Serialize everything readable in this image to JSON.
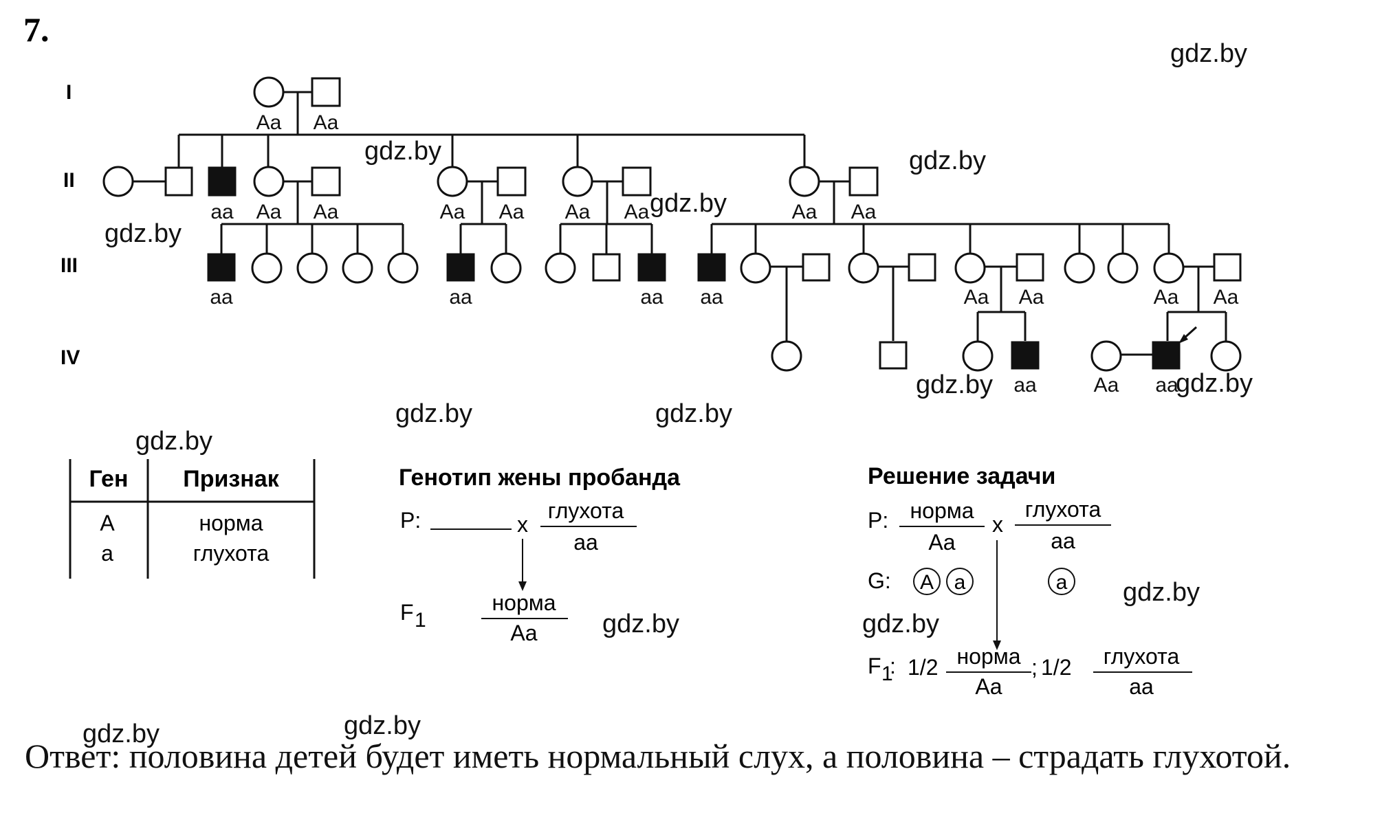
{
  "task_number": "7.",
  "watermark": "gdz.by",
  "generations": [
    "I",
    "II",
    "III",
    "IV"
  ],
  "genotypes": {
    "AA_het": "Aa",
    "aa_hom": "aa"
  },
  "gene_table": {
    "header_gene": "Ген",
    "header_trait": "Признак",
    "rows": [
      {
        "gene": "A",
        "trait": "норма"
      },
      {
        "gene": "a",
        "trait": "глухота"
      }
    ]
  },
  "wife_genotype": {
    "title": "Генотип жены пробанда",
    "p_label": "P:",
    "cross": "x",
    "mother_trait": "глухота",
    "mother_genotype": "aa",
    "f1_label": "F",
    "f1_sub": "1",
    "f1_trait": "норма",
    "f1_genotype": "Aa"
  },
  "solution": {
    "title": "Решение задачи",
    "p_label": "P:",
    "cross": "x",
    "p1_trait": "норма",
    "p1_genotype": "Aa",
    "p2_trait": "глухота",
    "p2_genotype": "aa",
    "g_label": "G:",
    "gametes_1": [
      "A",
      "a"
    ],
    "gametes_2": [
      "a"
    ],
    "f1_label": "F",
    "f1_sub": "1",
    "f1_colon": ":",
    "half1": "1/2",
    "f1a_trait": "норма",
    "f1a_genotype": "Aa",
    "sep": ";",
    "half2": "1/2",
    "f1b_trait": "глухота",
    "f1b_genotype": "aa"
  },
  "answer": "Ответ: половина детей будет иметь нормальный слух, а половина – страдать глухотой."
}
